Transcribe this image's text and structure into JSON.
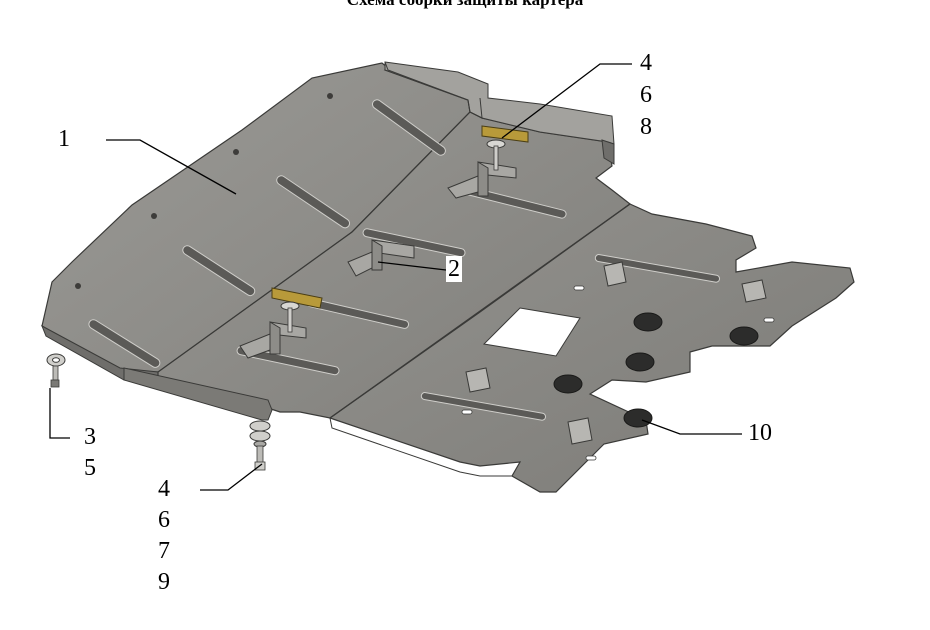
{
  "title": "Схема сборки защиты картера",
  "callouts": {
    "c1": "1",
    "c2": "2",
    "c3": "3",
    "c5": "5",
    "c4_top": "4",
    "c6_top": "6",
    "c8": "8",
    "c4_bottom": "4",
    "c6_bottom": "6",
    "c7": "7",
    "c9": "9",
    "c10": "10"
  },
  "colors": {
    "plate": "#8e8d8a",
    "plate_light": "#a3a29e",
    "plate_dark": "#6f6e6b",
    "edge": "#3a3a38",
    "slot": "#5b5a57",
    "slot_highlight": "#cfceca",
    "spacer": "#b89a3a",
    "plug": "#2c2c2b"
  }
}
